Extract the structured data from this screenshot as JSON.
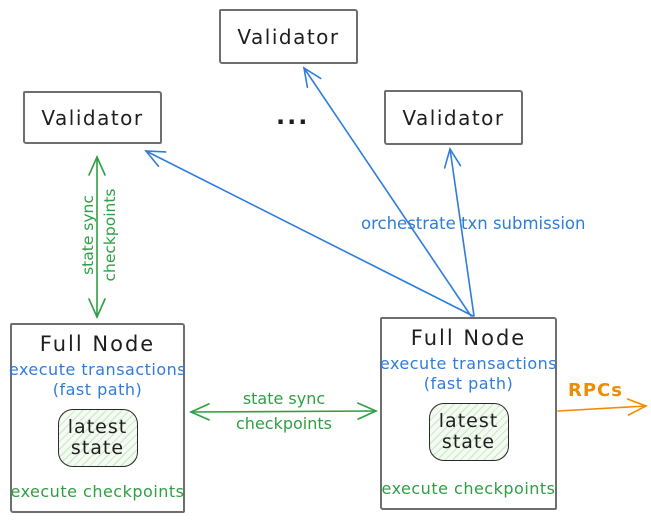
{
  "colors": {
    "blue": "#2f7cdb",
    "green": "#2f9e44",
    "orange": "#f08c00",
    "ink": "#1e1e1e",
    "border": "#6e6e6e",
    "hatch": "#cdeccd"
  },
  "nodes": {
    "validator_left": {
      "label": "Validator"
    },
    "validator_middle": {
      "label": "Validator"
    },
    "validator_right": {
      "label": "Validator"
    },
    "ellipsis": "...",
    "full_node_left": {
      "title": "Full Node",
      "execute_transactions": "execute transactions",
      "fast_path": "(fast path)",
      "latest_state_line1": "latest",
      "latest_state_line2": "state",
      "execute_checkpoints": "execute checkpoints"
    },
    "full_node_right": {
      "title": "Full Node",
      "execute_transactions": "execute transactions",
      "fast_path": "(fast path)",
      "latest_state_line1": "latest",
      "latest_state_line2": "state",
      "execute_checkpoints": "execute checkpoints"
    }
  },
  "edges": {
    "orchestrate": {
      "label": "orchestrate txn submission"
    },
    "state_sync_vertical": {
      "line1": "state sync",
      "line2": "checkpoints"
    },
    "state_sync_horizontal": {
      "line1": "state sync",
      "line2": "checkpoints"
    },
    "rpcs": {
      "label": "RPCs"
    }
  }
}
